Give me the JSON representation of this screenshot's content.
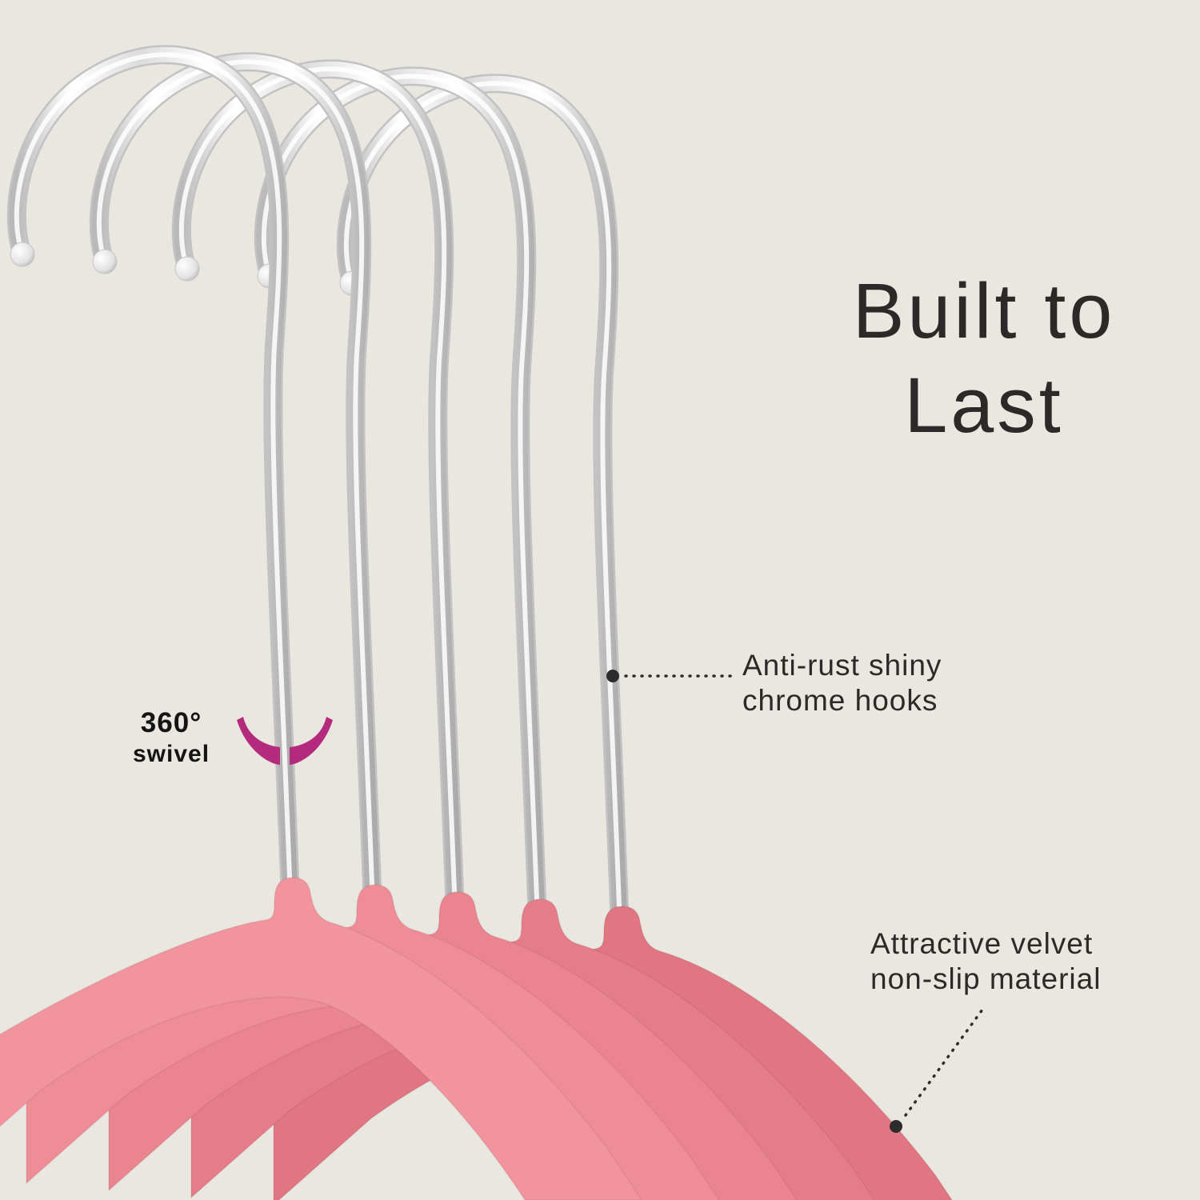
{
  "heading": {
    "line1": "Built to",
    "line2": "Last"
  },
  "callouts": {
    "hook": {
      "line1": "Anti-rust shiny",
      "line2": "chrome hooks"
    },
    "velvet": {
      "line1": "Attractive velvet",
      "line2": "non-slip material"
    }
  },
  "swivel": {
    "degrees": "360°",
    "label": "swivel"
  },
  "colors": {
    "background": "#eae7e1",
    "text": "#2b2a28",
    "swivel_magenta": "#b42a7c",
    "chrome_edge": "#c2c2c2",
    "callout_line": "#2c2c2c",
    "pink_0": "#f2949e",
    "pink_1": "#ef8d97",
    "pink_2": "#ea8590",
    "pink_3": "#e57d89",
    "pink_4": "#e07682"
  }
}
